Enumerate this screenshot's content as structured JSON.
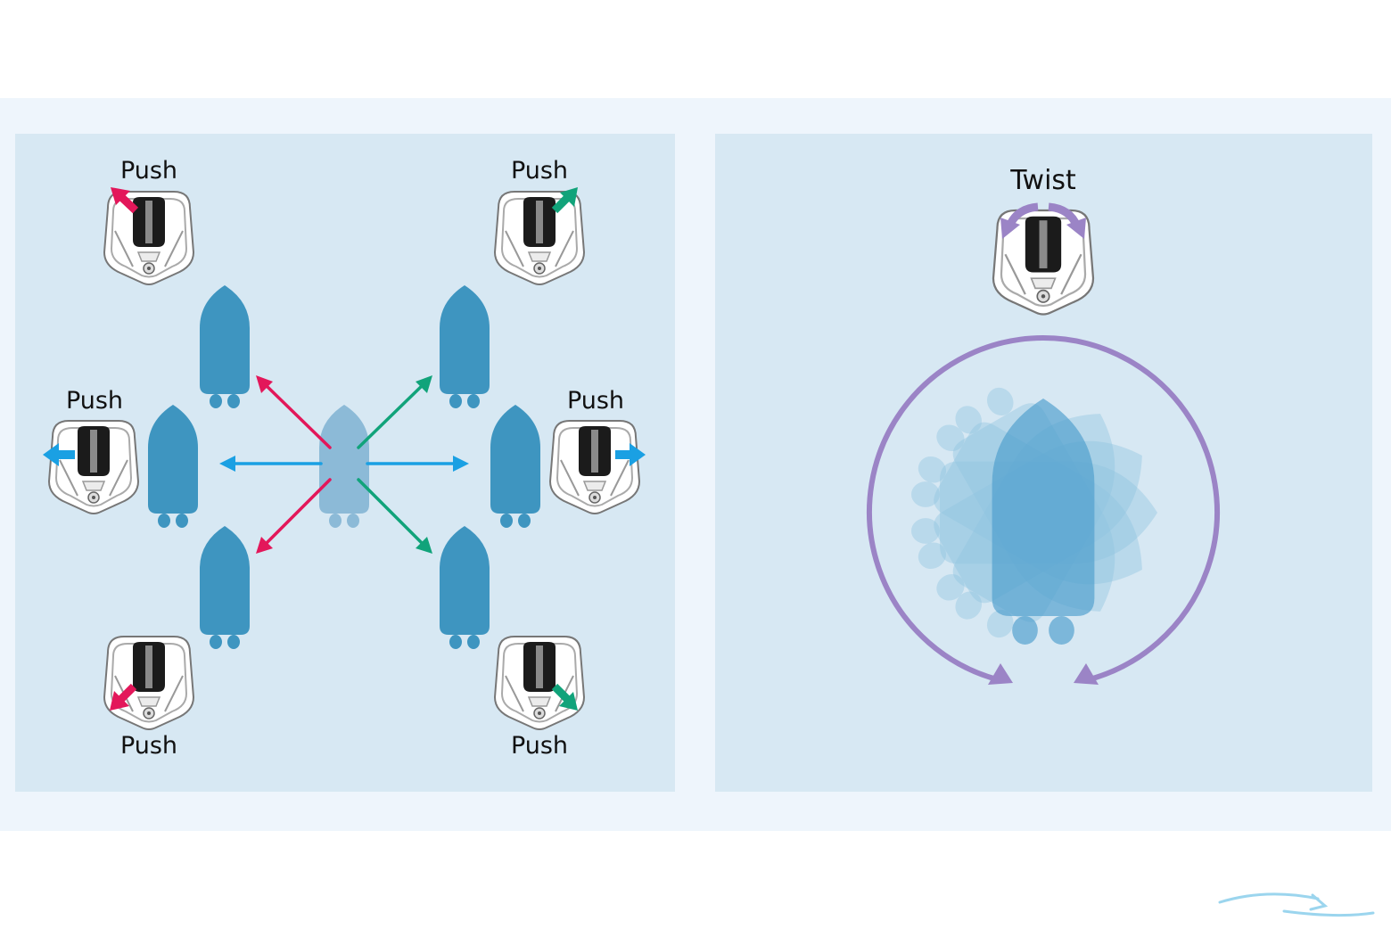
{
  "left_panel": {
    "labels": [
      "Push",
      "Push",
      "Push",
      "Push",
      "Push",
      "Push"
    ]
  },
  "right_panel": {
    "label": "Twist"
  },
  "colors": {
    "band": "#eef5fc",
    "panel": "#d7e8f3",
    "boat": "#3e95c0",
    "boat_light": "#8cbad7",
    "red_arrow": "#e3175a",
    "green_arrow": "#11a37a",
    "blue_arrow": "#1aa0e3",
    "purple_ring": "#9b84c6",
    "twist_ghost": "#8ec3df",
    "twist_main": "#4c9ccc"
  },
  "icons": [
    "joystick-icon",
    "boat-icon",
    "rotation-arrow-icon",
    "watermark-logo-icon"
  ]
}
